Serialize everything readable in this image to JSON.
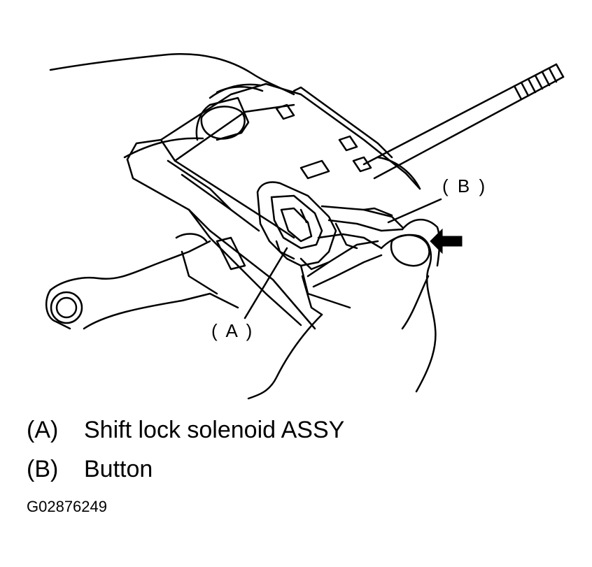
{
  "callouts": {
    "a": "( A )",
    "b": "( B )"
  },
  "legend": [
    {
      "key": "(A)",
      "text": "Shift lock solenoid ASSY"
    },
    {
      "key": "(B)",
      "text": "Button"
    }
  ],
  "figure_id": "G02876249",
  "icons": {
    "arrow": "push-arrow-icon"
  }
}
